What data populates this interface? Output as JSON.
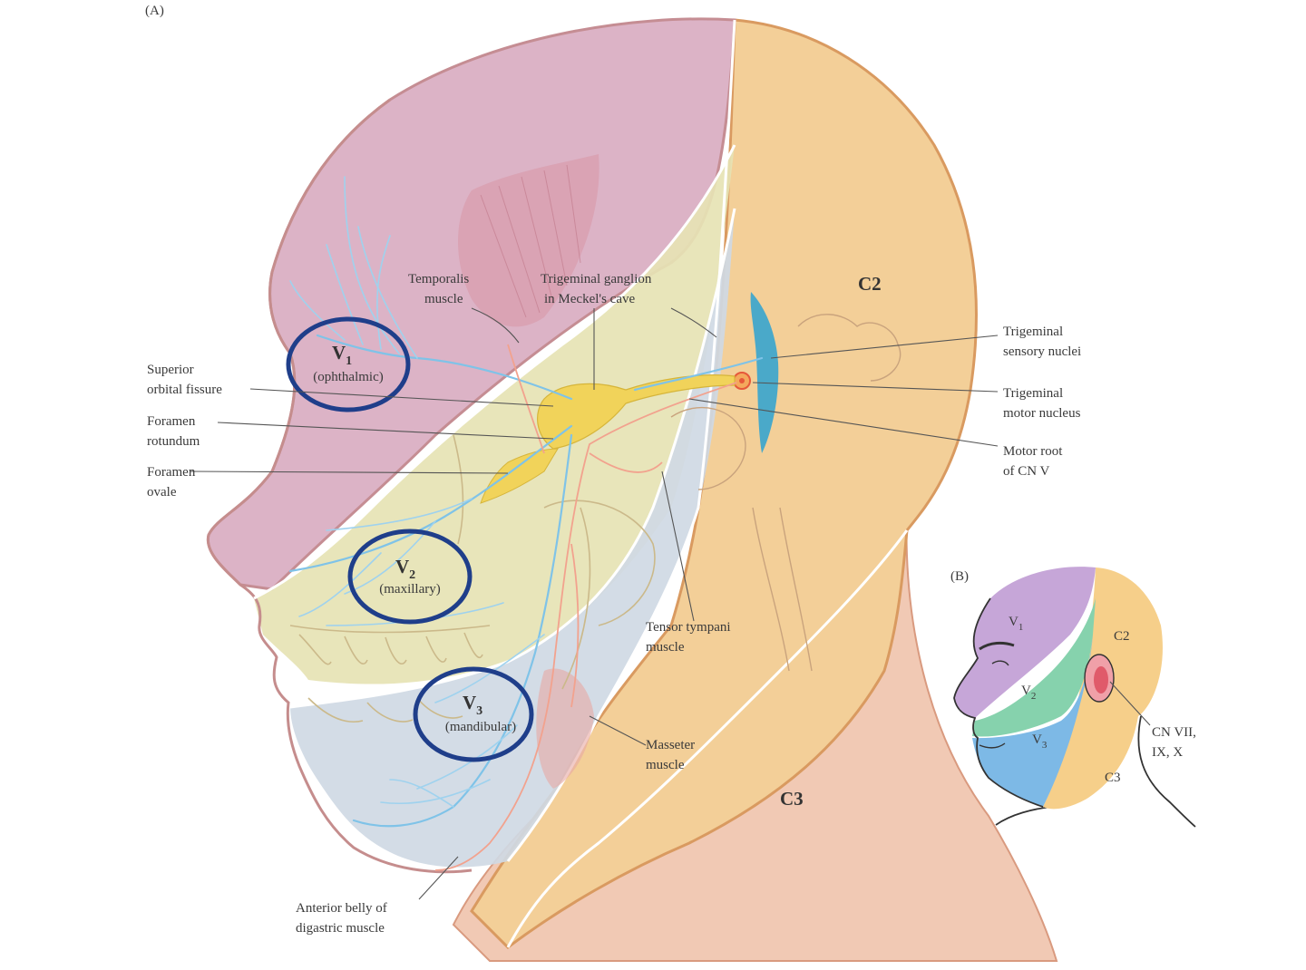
{
  "panel_a_letter": "(A)",
  "panel_b_letter": "(B)",
  "divisions": {
    "v1": {
      "label": "V",
      "sub": "1",
      "name": "(ophthalmic)"
    },
    "v2": {
      "label": "V",
      "sub": "2",
      "name": "(maxillary)"
    },
    "v3": {
      "label": "V",
      "sub": "3",
      "name": "(mandibular)"
    }
  },
  "regions": {
    "c2": "C2",
    "c3": "C3"
  },
  "left_labels": {
    "superior_orbital_fissure": [
      "Superior",
      "orbital fissure"
    ],
    "foramen_rotundum": [
      "Foramen",
      "rotundum"
    ],
    "foramen_ovale": [
      "Foramen",
      "ovale"
    ]
  },
  "top_labels": {
    "temporalis_muscle": [
      "Temporalis",
      "muscle"
    ],
    "trigeminal_ganglion": [
      "Trigeminal ganglion",
      "in Meckel's cave"
    ]
  },
  "right_labels": {
    "trigeminal_sensory_nuclei": [
      "Trigeminal",
      "sensory nuclei"
    ],
    "trigeminal_motor_nucleus": [
      "Trigeminal",
      "motor nucleus"
    ],
    "motor_root": [
      "Motor root",
      "of CN V"
    ]
  },
  "lower_labels": {
    "tensor_tympani": [
      "Tensor tympani",
      "muscle"
    ],
    "masseter": [
      "Masseter",
      "muscle"
    ],
    "anterior_belly": [
      "Anterior belly of",
      "digastric muscle"
    ]
  },
  "inset": {
    "v1": {
      "label": "V",
      "sub": "1"
    },
    "v2": {
      "label": "V",
      "sub": "2"
    },
    "v3": {
      "label": "V",
      "sub": "3"
    },
    "c2": "C2",
    "c3": "C3",
    "cn": [
      "CN VII,",
      "IX, X"
    ]
  },
  "colors": {
    "v1_region": "#dcb3c6",
    "v2_region": "#e6e3b4",
    "v3_region": "#cfd9e4",
    "cervical_region": "#f3cf98",
    "neck_skin": "#f1c9b4",
    "circle": "#1f3e8a",
    "nerve": "#7fc3e8",
    "inset_v1": "#c6a6d8",
    "inset_v2": "#86d2ad",
    "inset_v3": "#7db9e6",
    "inset_c": "#f6cf8a"
  }
}
